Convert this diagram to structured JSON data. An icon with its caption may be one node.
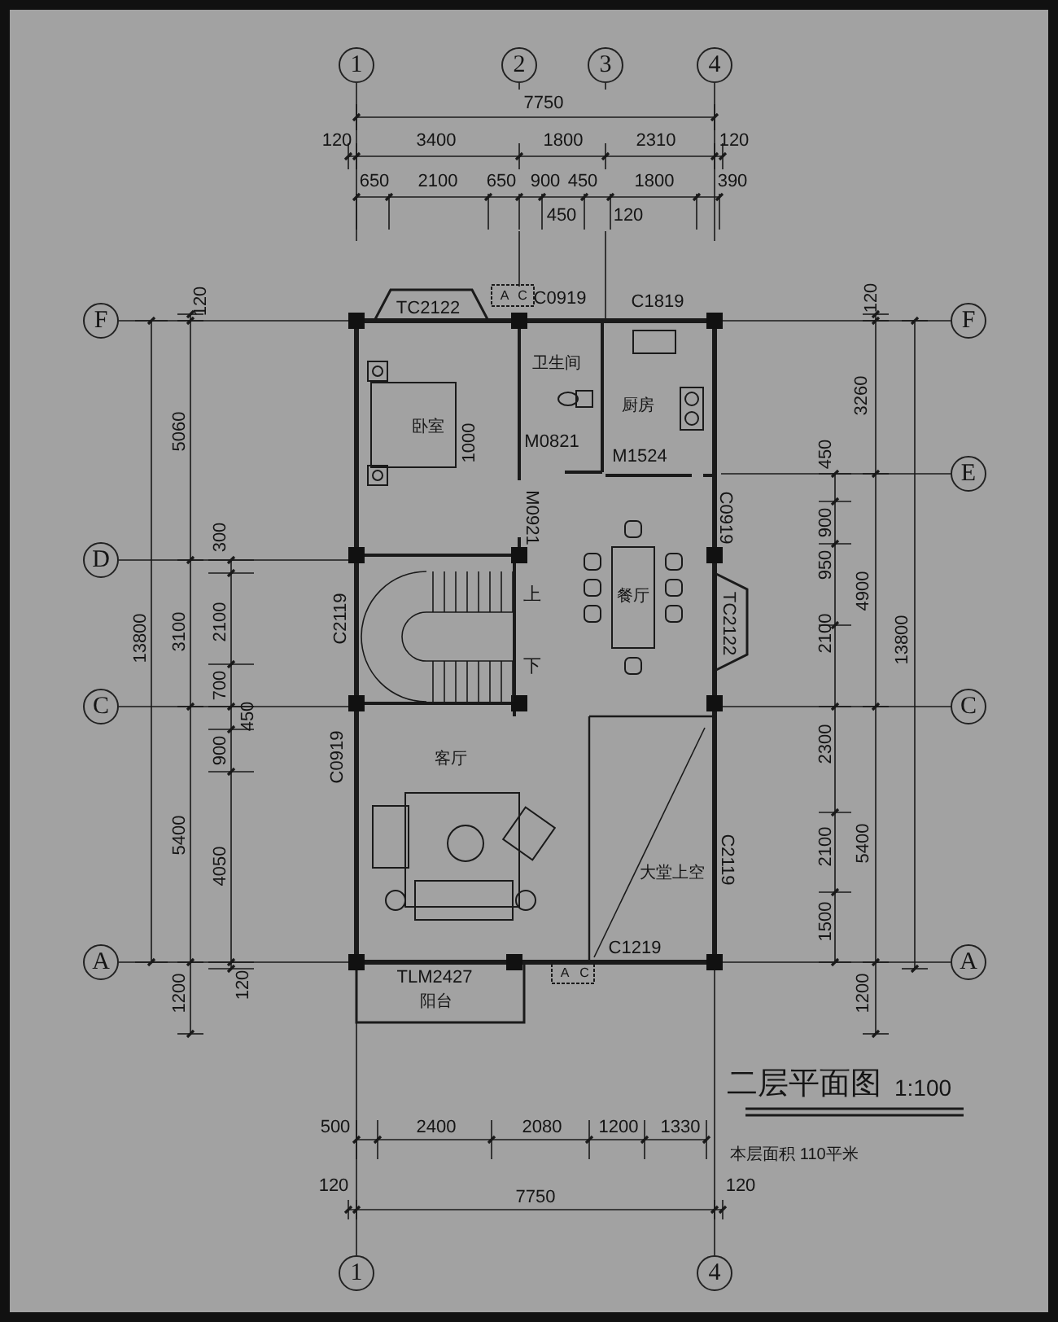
{
  "diagram": {
    "title": "二层平面图",
    "nodes": [
      {
        "text": [
          "1"
        ]
      },
      {
        "text": [
          "2"
        ]
      },
      {
        "text": [
          "3"
        ]
      },
      {
        "text": [
          "4"
        ]
      },
      {
        "text": [
          "F"
        ]
      },
      {
        "text": [
          "D"
        ]
      },
      {
        "text": [
          "C"
        ]
      },
      {
        "text": [
          "A"
        ]
      },
      {
        "text": [
          "F"
        ]
      },
      {
        "text": [
          "E"
        ]
      },
      {
        "text": [
          "C"
        ]
      },
      {
        "text": [
          "A"
        ]
      },
      {
        "text": [
          "1"
        ]
      },
      {
        "text": [
          "4"
        ]
      }
    ],
    "labels": [
      "7750",
      "120",
      "3400",
      "1800",
      "2310",
      "120",
      "650",
      "2100",
      "650",
      "900",
      "450",
      "1800",
      "390",
      "450",
      "120",
      "TC2122",
      "A",
      "C",
      "C0919",
      "C1819",
      "卫生间",
      "厨房",
      "卧室",
      "1000",
      "M0821",
      "M1524",
      "M0921",
      "C0919",
      "C2119",
      "上",
      "餐厅",
      "TC2122",
      "下",
      "C0919",
      "客厅",
      "大堂上空",
      "C2119",
      "C1219",
      "TLM2427",
      "A",
      "C",
      "阳台",
      "120",
      "5060",
      "13800",
      "300",
      "3100",
      "2100",
      "700",
      "450",
      "900",
      "5400",
      "4050",
      "1200",
      "120",
      "120",
      "3260",
      "450",
      "900",
      "950",
      "4900",
      "2100",
      "13800",
      "2300",
      "2100",
      "5400",
      "1500",
      "1200",
      "500",
      "2400",
      "2080",
      "1200",
      "1330",
      "120",
      "120",
      "7750",
      "1:100",
      "本层面积 110平米"
    ]
  }
}
